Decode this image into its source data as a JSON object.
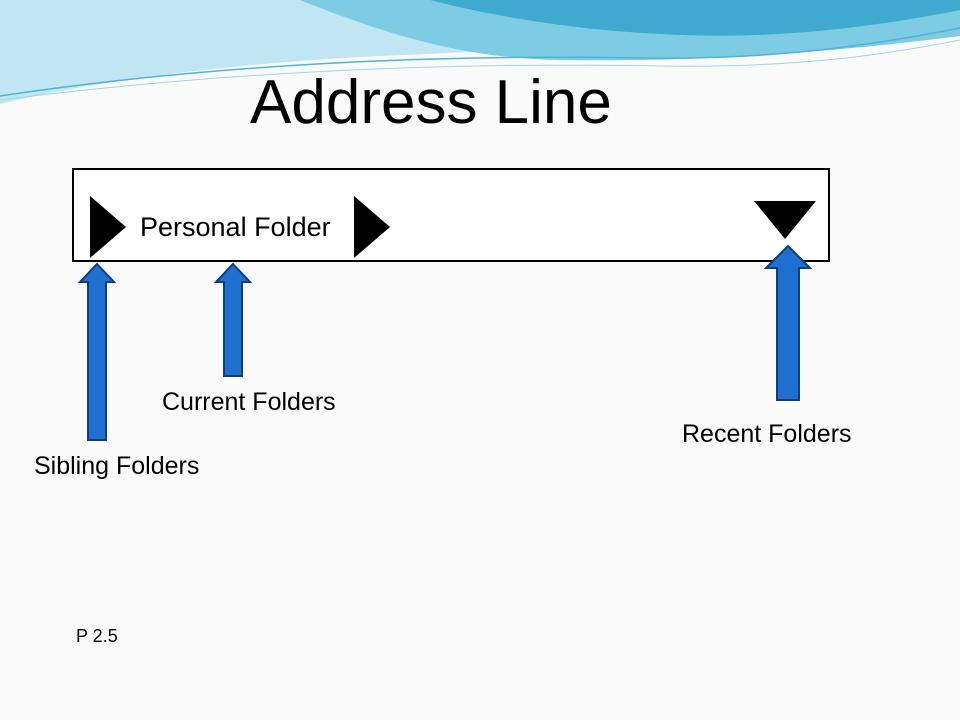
{
  "slide": {
    "title": "Address Line",
    "address_bar": {
      "label": "Personal Folder"
    },
    "callouts": {
      "sibling": "Sibling Folders",
      "current": "Current Folders",
      "recent": "Recent Folders"
    },
    "page_ref": "P 2.5"
  },
  "colors": {
    "arrow_fill": "#1F6FD0",
    "arrow_stroke": "#0E3E80",
    "wave_light": "#BFE6F2",
    "wave_mid": "#7DCCE4",
    "wave_dark": "#3FA9CF"
  }
}
